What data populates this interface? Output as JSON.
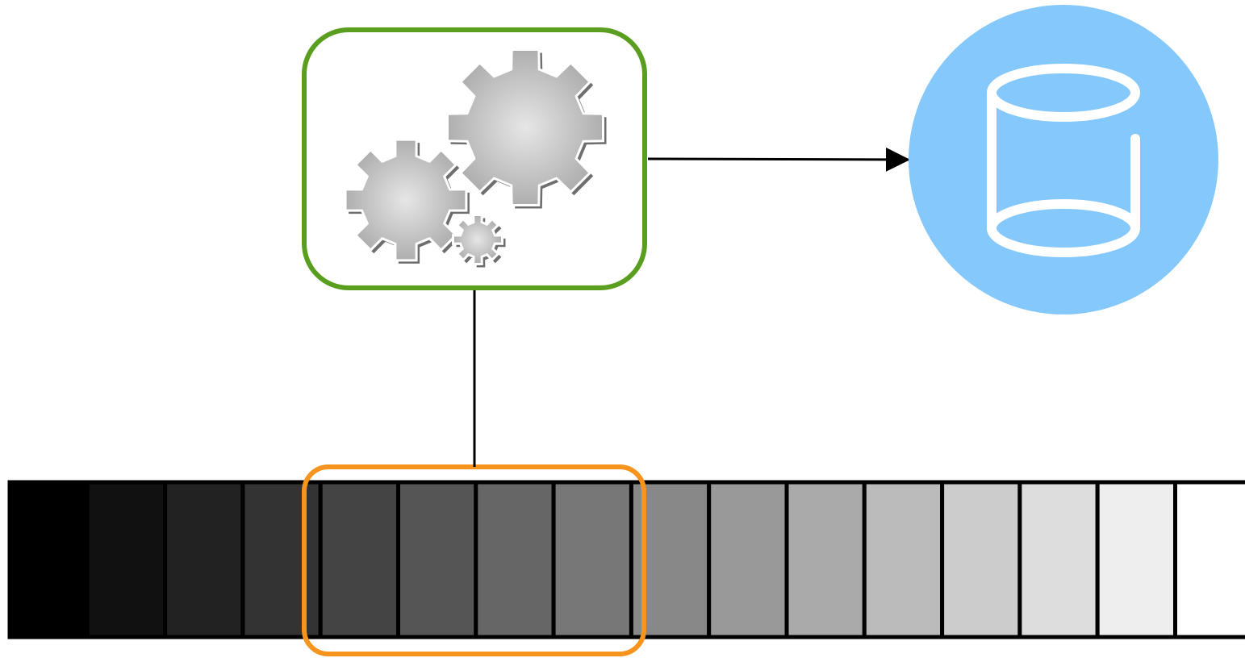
{
  "diagram": {
    "processor_box": {
      "icon": "gears-icon",
      "border_color": "#5a9e1f",
      "fill_color": "#ffffff"
    },
    "database_node": {
      "icon": "database-cylinder-icon",
      "circle_color": "#85c8fc",
      "icon_color": "#ffffff"
    },
    "connectors": {
      "processor_to_database": {
        "style": "arrow",
        "color": "#000000"
      },
      "processor_to_window": {
        "style": "line",
        "color": "#000000"
      }
    },
    "grayscale_strip": {
      "cell_colors": [
        "#000000",
        "#111111",
        "#222222",
        "#333333",
        "#444444",
        "#555555",
        "#666666",
        "#777777",
        "#888888",
        "#999999",
        "#aaaaaa",
        "#bbbbbb",
        "#cccccc",
        "#dddddd",
        "#eeeeee",
        "#ffffff"
      ],
      "cell_border_color": "#000000"
    },
    "selection_window": {
      "border_color": "#f7941d",
      "first_cell_index": 4,
      "cell_count": 4
    }
  }
}
